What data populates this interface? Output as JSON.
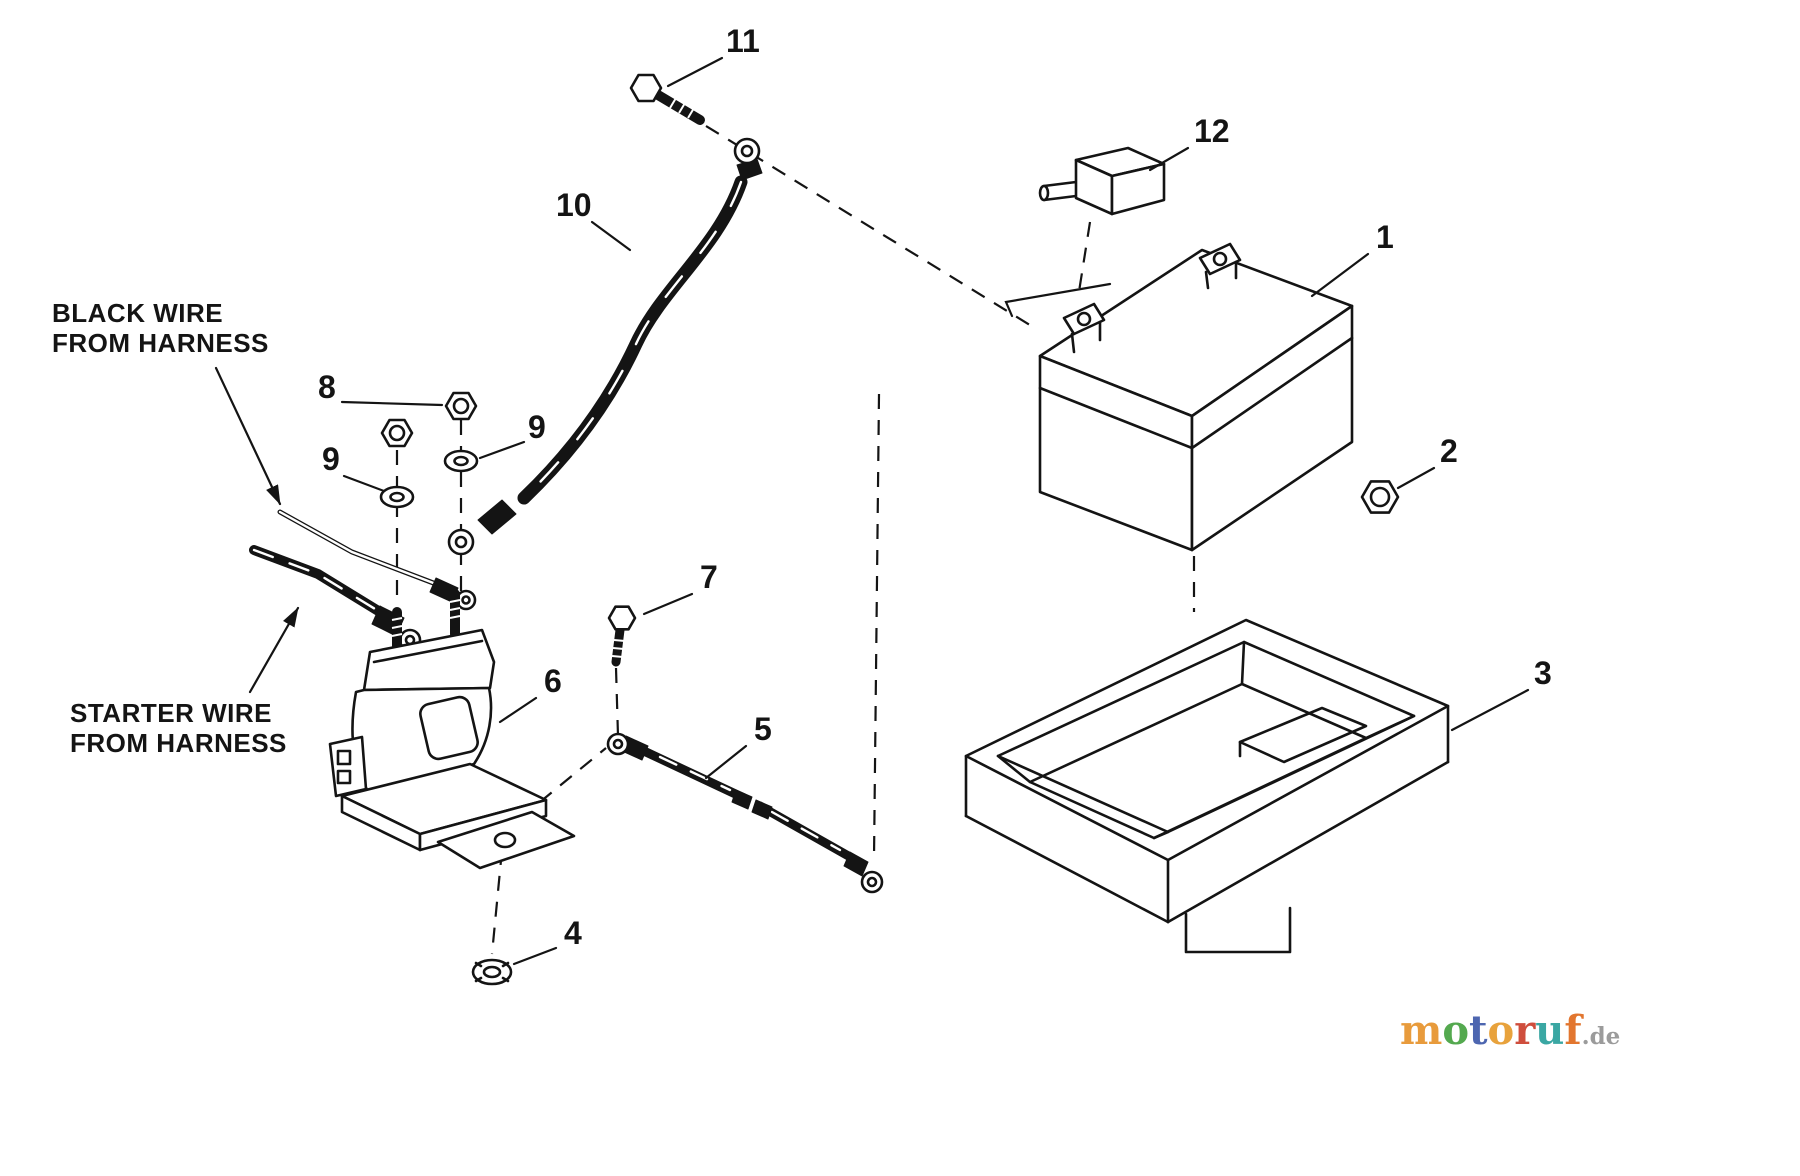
{
  "page": {
    "background": "#ffffff",
    "ink": "#141414"
  },
  "callouts": {
    "n1": "1",
    "n2": "2",
    "n3": "3",
    "n4": "4",
    "n5": "5",
    "n6": "6",
    "n7": "7",
    "n8": "8",
    "n9a": "9",
    "n9b": "9",
    "n10": "10",
    "n11": "11",
    "n12": "12"
  },
  "annotations": {
    "black_wire": {
      "line1": "BLACK WIRE",
      "line2": "FROM HARNESS"
    },
    "starter_wire": {
      "line1": "STARTER WIRE",
      "line2": "FROM HARNESS"
    }
  },
  "watermark": {
    "letters": [
      "m",
      "o",
      "t",
      "o",
      "r",
      "u",
      "f"
    ],
    "colors": [
      "#e89b3c",
      "#54a94f",
      "#4d66b0",
      "#e8a23c",
      "#cf4e3d",
      "#3aa7a3",
      "#e2762f"
    ],
    "suffix": ".de",
    "suffix_color": "#9b9b9b"
  }
}
